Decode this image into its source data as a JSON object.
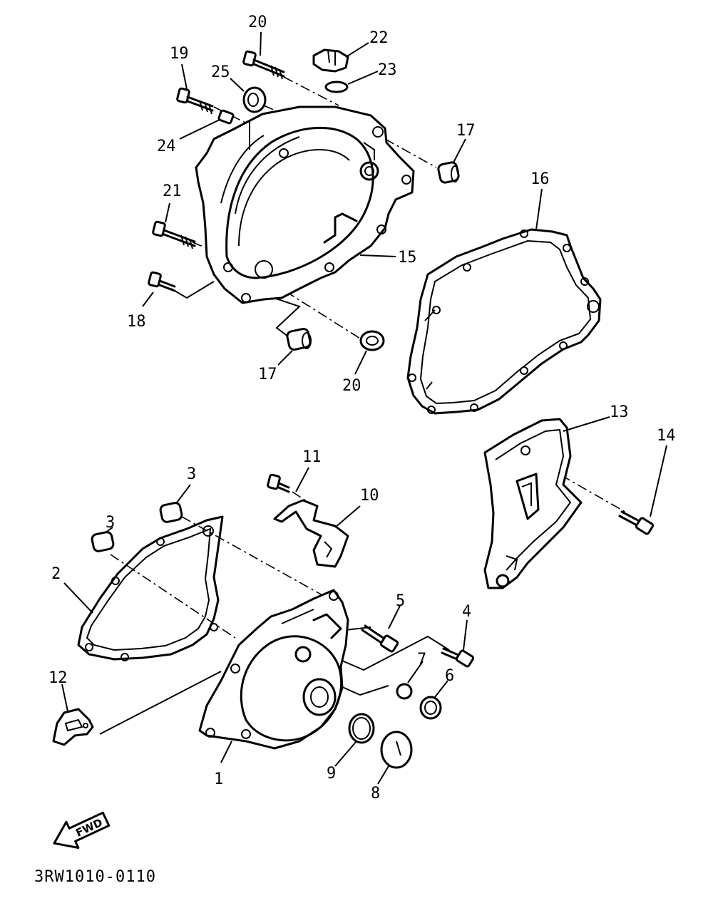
{
  "labels": [
    {
      "id": "1",
      "text": "1"
    },
    {
      "id": "2",
      "text": "2"
    },
    {
      "id": "3a",
      "text": "3"
    },
    {
      "id": "3b",
      "text": "3"
    },
    {
      "id": "4",
      "text": "4"
    },
    {
      "id": "5",
      "text": "5"
    },
    {
      "id": "6",
      "text": "6"
    },
    {
      "id": "7",
      "text": "7"
    },
    {
      "id": "8",
      "text": "8"
    },
    {
      "id": "9",
      "text": "9"
    },
    {
      "id": "10",
      "text": "10"
    },
    {
      "id": "11",
      "text": "11"
    },
    {
      "id": "12",
      "text": "12"
    },
    {
      "id": "13",
      "text": "13"
    },
    {
      "id": "14",
      "text": "14"
    },
    {
      "id": "15",
      "text": "15"
    },
    {
      "id": "16",
      "text": "16"
    },
    {
      "id": "17a",
      "text": "17"
    },
    {
      "id": "17b",
      "text": "17"
    },
    {
      "id": "18",
      "text": "18"
    },
    {
      "id": "19",
      "text": "19"
    },
    {
      "id": "20a",
      "text": "20"
    },
    {
      "id": "20b",
      "text": "20"
    },
    {
      "id": "21",
      "text": "21"
    },
    {
      "id": "22",
      "text": "22"
    },
    {
      "id": "23",
      "text": "23"
    },
    {
      "id": "24",
      "text": "24"
    },
    {
      "id": "25",
      "text": "25"
    }
  ],
  "direction_arrow": {
    "text": "FWD",
    "icon": "fwd-arrow-icon"
  },
  "diagram_code": "3RW1010-0110"
}
